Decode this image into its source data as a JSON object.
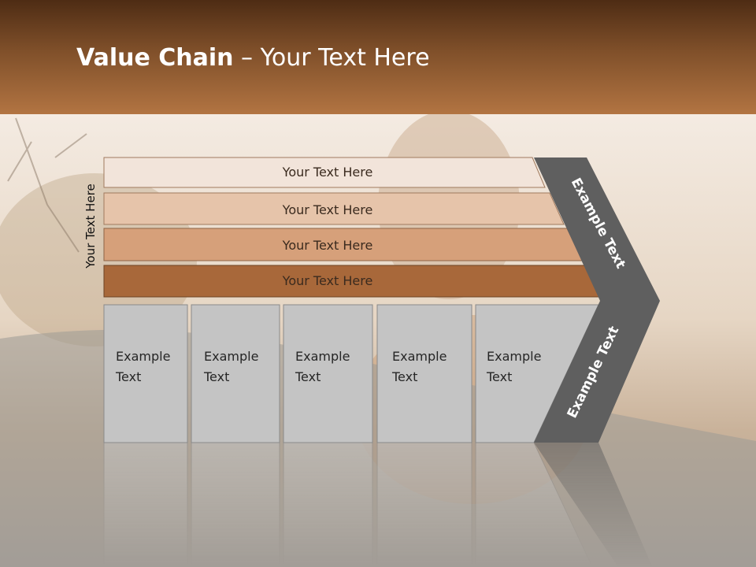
{
  "title": {
    "bold": "Value Chain",
    "rest": " – Your Text Here"
  },
  "side_label": "Your Text Here",
  "bars": [
    {
      "label": "Your Text Here",
      "color": "#f2e4da"
    },
    {
      "label": "Your Text Here",
      "color": "#e6c4aa"
    },
    {
      "label": "Your Text Here",
      "color": "#d6a07a"
    },
    {
      "label": "Your Text Here",
      "color": "#a8683a"
    }
  ],
  "boxes": [
    {
      "line1": "Example",
      "line2": "Text"
    },
    {
      "line1": "Example",
      "line2": "Text"
    },
    {
      "line1": "Example",
      "line2": "Text"
    },
    {
      "line1": "Example",
      "line2": "Text"
    },
    {
      "line1": "Example",
      "line2": "Text"
    }
  ],
  "arrow": {
    "upper_label": "Example Text",
    "lower_label": "Example Text",
    "color": "#5f5f5f"
  },
  "colors": {
    "header_dark": "#4e2c14",
    "header_light": "#b27442",
    "box_fill": "#c4c4c4"
  }
}
